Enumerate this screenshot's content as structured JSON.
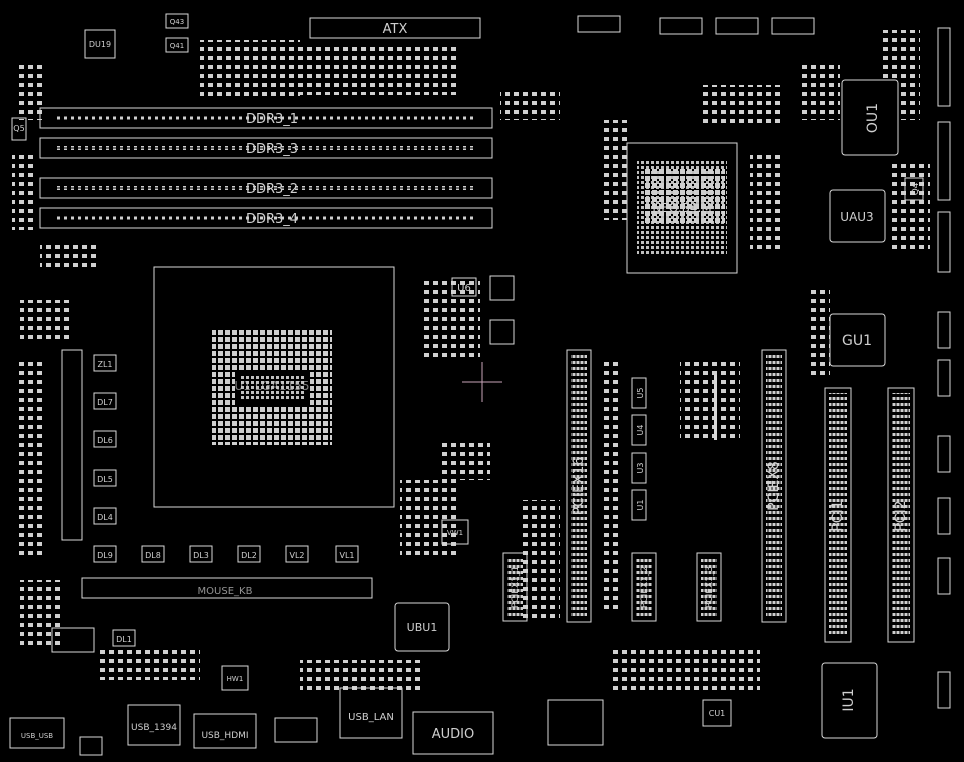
{
  "board": {
    "connectors": {
      "atx": "ATX",
      "ddr": [
        "DDR3_1",
        "DDR3_3",
        "DDR3_2",
        "DDR3_4"
      ],
      "pciex16": "PCIEX16",
      "pciex8": "PCIEX8",
      "pciex1_1": "PCIEX1_1",
      "pciex1_2": "PCIEX1_2",
      "pciex1_3": "PCIEX1_3",
      "pci1": "PCI1",
      "pci2": "PCI2",
      "usb_1394": "USB_1394",
      "usb_hdmi": "USB_HDMI",
      "usb_lan": "USB_LAN",
      "audio": "AUDIO",
      "usb_mouse": "MOUSE_KB",
      "bottom_left_port": "USB_USB"
    },
    "chips": {
      "ou1": "OU1",
      "uau3": "UAU3",
      "gu1": "GU1",
      "iu1": "IU1",
      "ubu1": "UBU1",
      "u6": "U6",
      "u4": "U4",
      "u3": "U3",
      "u5": "U5",
      "u1": "U1",
      "q4": "Q4",
      "q5": "Q5",
      "q41": "Q41",
      "q43": "Q43",
      "du19": "DU19",
      "cu1": "CU1",
      "vw1": "VW1",
      "hw1": "HW1",
      "southbridge": "NEO.B4.M",
      "cpu_socket": "U1 LGA1155"
    },
    "inductors": [
      "ZL1",
      "DL7",
      "DL6",
      "DL5",
      "DL4",
      "DL9",
      "DL8",
      "DL3",
      "DL2",
      "VL2",
      "VL1",
      "DL1"
    ]
  }
}
